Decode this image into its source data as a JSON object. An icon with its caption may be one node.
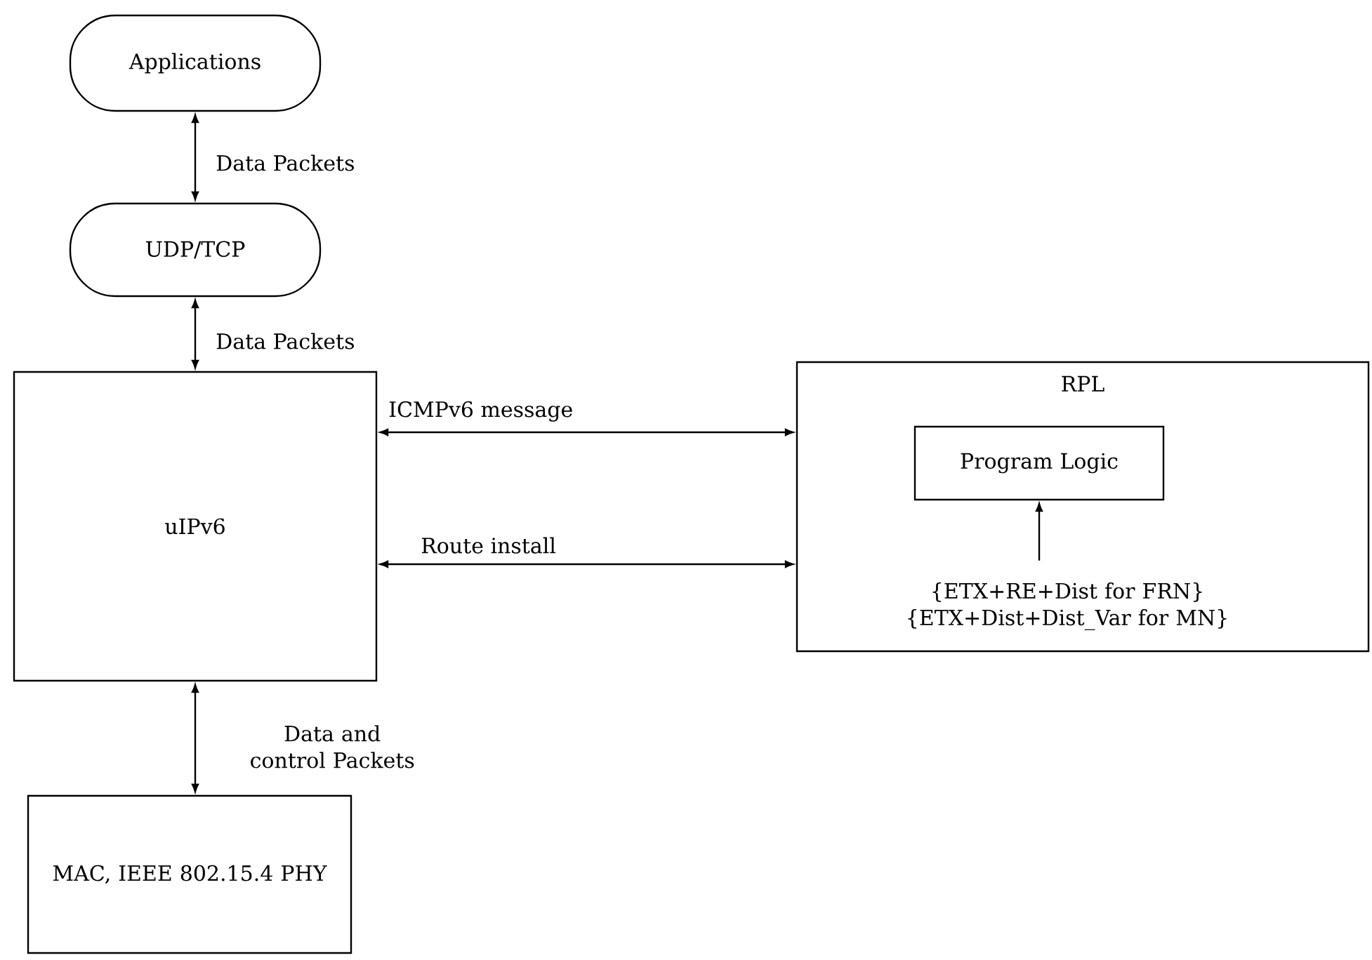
{
  "diagram": {
    "nodes": [
      {
        "text": [
          "Applications"
        ]
      },
      {
        "text": [
          "UDP/TCP"
        ]
      },
      {
        "text": [
          "uIPv6"
        ]
      },
      {
        "text": [
          "RPL"
        ]
      },
      {
        "text": [
          "Program Logic"
        ],
        "in": 3
      },
      {
        "text": [
          "{ETX+RE+Dist for FRN} {ETX+Dist+Dist_Var for MN}"
        ],
        "in": 3
      },
      {
        "text": [
          "MAC, IEEE 802.15.4 PHY"
        ]
      }
    ],
    "edges": [
      {
        "from": 0,
        "to": 1,
        "arrow": "both",
        "label": "Data Packets"
      },
      {
        "from": 1,
        "to": 2,
        "arrow": "both",
        "label": "Data Packets"
      },
      {
        "from": 2,
        "to": 3,
        "arrow": "both",
        "label": "ICMPv6 message"
      },
      {
        "from": 2,
        "to": 3,
        "arrow": "both",
        "label": "Route install"
      },
      {
        "from": 5,
        "to": 4,
        "arrow": "to"
      },
      {
        "from": 2,
        "to": 6,
        "arrow": "both",
        "label": "Data and control Packets"
      }
    ]
  }
}
